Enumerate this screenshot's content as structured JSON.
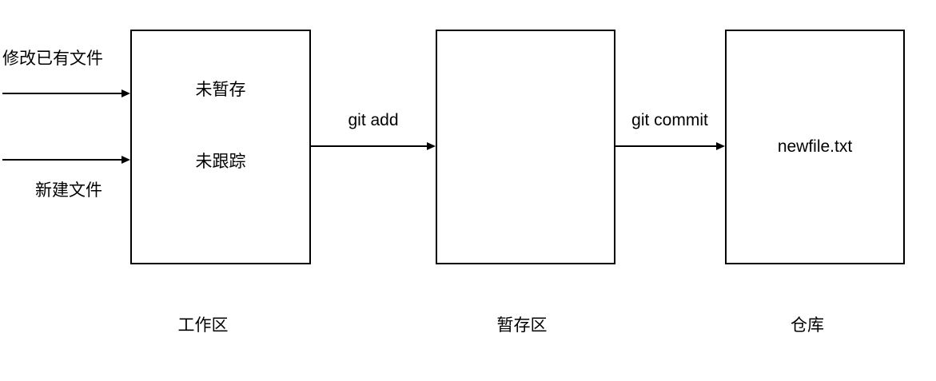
{
  "diagram": {
    "title_semantic": "git-workflow-diagram",
    "background_color": "#ffffff",
    "line_color": "#000000",
    "inputs": {
      "modify_label": "修改已有文件",
      "new_file_label": "新建文件"
    },
    "boxes": [
      {
        "caption": "工作区",
        "contents": [
          "未暂存",
          "未跟踪"
        ]
      },
      {
        "caption": "暂存区",
        "contents": []
      },
      {
        "caption": "仓库",
        "contents": [
          "newfile.txt"
        ]
      }
    ],
    "arrows": [
      {
        "label": "git add"
      },
      {
        "label": "git commit"
      }
    ]
  }
}
